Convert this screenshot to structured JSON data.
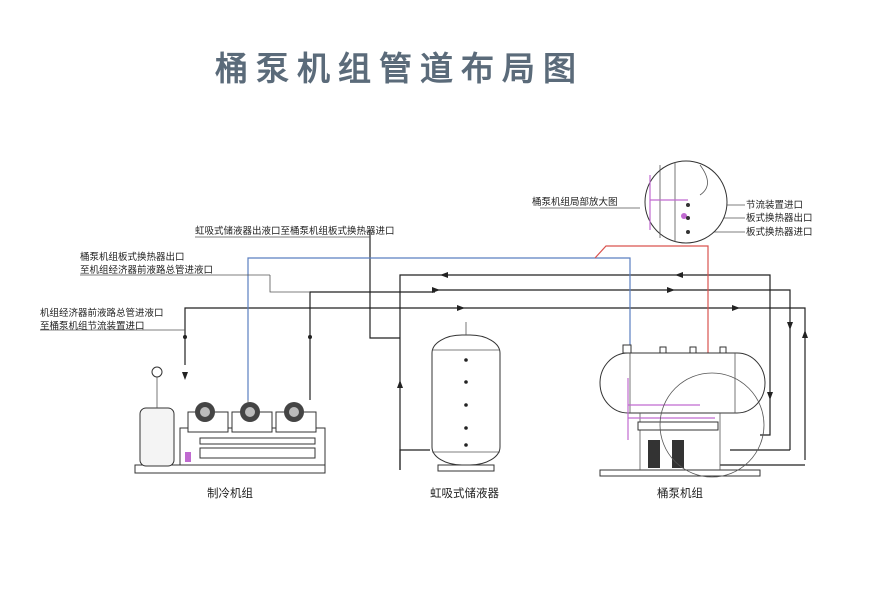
{
  "title": "桶泵机组管道布局图",
  "labels": {
    "siphon_outlet": "虹吸式储液器出液口至桶泵机组板式换热器进口",
    "plate_outlet_1": "桶泵机组板式换热器出口",
    "plate_outlet_2": "至机组经济器前液路总管进液口",
    "econ_front_1": "机组经济器前液路总管进液口",
    "econ_front_2": "至桶泵机组节流装置进口",
    "detail_title": "桶泵机组局部放大图",
    "detail_throttle": "节流装置进口",
    "detail_plate_out": "板式换热器出口",
    "detail_plate_in": "板式换热器进口"
  },
  "captions": {
    "refrigeration_unit": "制冷机组",
    "siphon_receiver": "虹吸式储液器",
    "pump_unit": "桶泵机组"
  },
  "colors": {
    "title": "#5b6b7a",
    "blue_line": "#5b7fc0",
    "red_line": "#d9534f",
    "magenta_valve": "#c06ad0"
  }
}
